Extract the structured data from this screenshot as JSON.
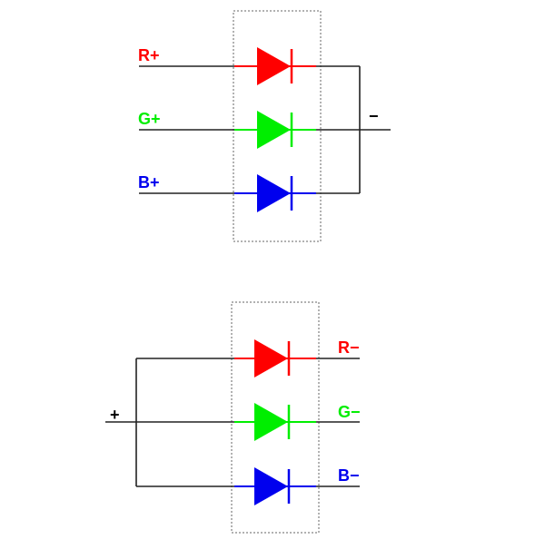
{
  "common_anode_diagram": {
    "labels": {
      "red": "R+",
      "green": "G+",
      "blue": "B+",
      "common": "−"
    }
  },
  "common_cathode_diagram": {
    "labels": {
      "red": "R−",
      "green": "G−",
      "blue": "B−",
      "common": "+"
    }
  },
  "colors": {
    "red": "#ff0000",
    "green": "#00ee00",
    "blue": "#0000ee",
    "wire": "#222222",
    "box_border": "#666666"
  }
}
